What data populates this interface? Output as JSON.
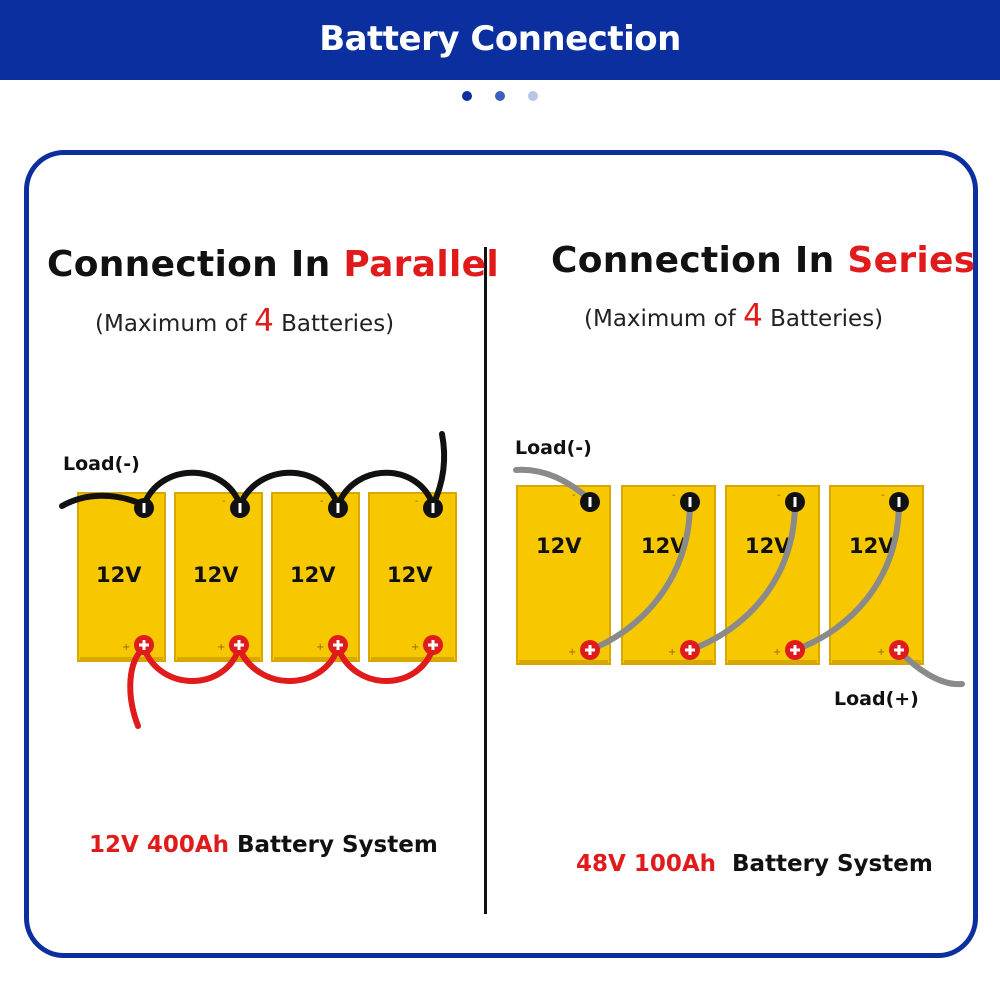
{
  "header": {
    "title": "Battery Connection"
  },
  "pager": {
    "dots": [
      "#0b2f9e",
      "#3a5fc0",
      "#b8c6ea"
    ]
  },
  "parallel": {
    "title_prefix": "Connection In ",
    "title_accent": "Parallel",
    "subtitle_prefix": "(Maximum of ",
    "subtitle_number": "4",
    "subtitle_suffix": " Batteries)",
    "load_negative": "Load(-)",
    "battery_label": "12V",
    "battery_count": 4,
    "system_highlight": "12V 400Ah",
    "system_suffix": " Battery System"
  },
  "series": {
    "title_prefix": "Connection In ",
    "title_accent": "Series",
    "subtitle_prefix": "(Maximum of ",
    "subtitle_number": "4",
    "subtitle_suffix": " Batteries)",
    "load_negative": "Load(-)",
    "load_positive": "Load(+)",
    "battery_label": "12V",
    "battery_count": 4,
    "system_highlight": "48V 100Ah",
    "system_suffix": "  Battery System"
  },
  "colors": {
    "brand_blue": "#0b2f9e",
    "accent_red": "#e01b1b",
    "battery_yellow": "#f7c800",
    "battery_edge": "#d9a800",
    "wire_black": "#111111",
    "wire_red": "#e01b1b",
    "wire_gray": "#8a8a8a"
  },
  "icons": {
    "negative_terminal": "negative-terminal-icon",
    "positive_terminal": "positive-terminal-icon"
  }
}
